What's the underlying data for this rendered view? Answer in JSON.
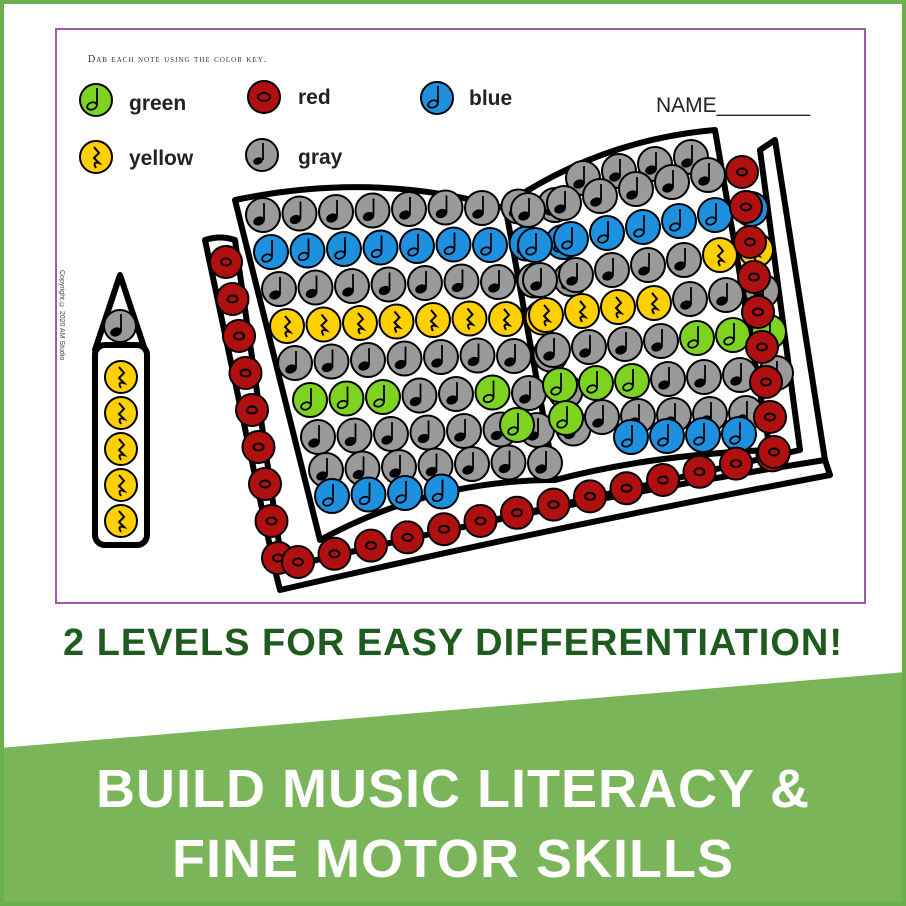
{
  "worksheet": {
    "instructions": "Dab each note using the color key.",
    "name_label": "NAME________",
    "copyright": "Copyright © 2020 AM Studio",
    "color_key": [
      {
        "label": "green",
        "color": "#7ed321",
        "symbol": "half-note"
      },
      {
        "label": "red",
        "color": "#b01010",
        "symbol": "whole-note"
      },
      {
        "label": "blue",
        "color": "#1e90e0",
        "symbol": "half-note"
      },
      {
        "label": "yellow",
        "color": "#ffd000",
        "symbol": "quarter-rest"
      },
      {
        "label": "gray",
        "color": "#9a9a9a",
        "symbol": "quarter-note"
      }
    ]
  },
  "headline": "2 LEVELS FOR EASY DIFFERENTIATION!",
  "banner": {
    "line1": "BUILD MUSIC LITERACY &",
    "line2": "FINE MOTOR SKILLS",
    "color": "#7ab55a"
  }
}
